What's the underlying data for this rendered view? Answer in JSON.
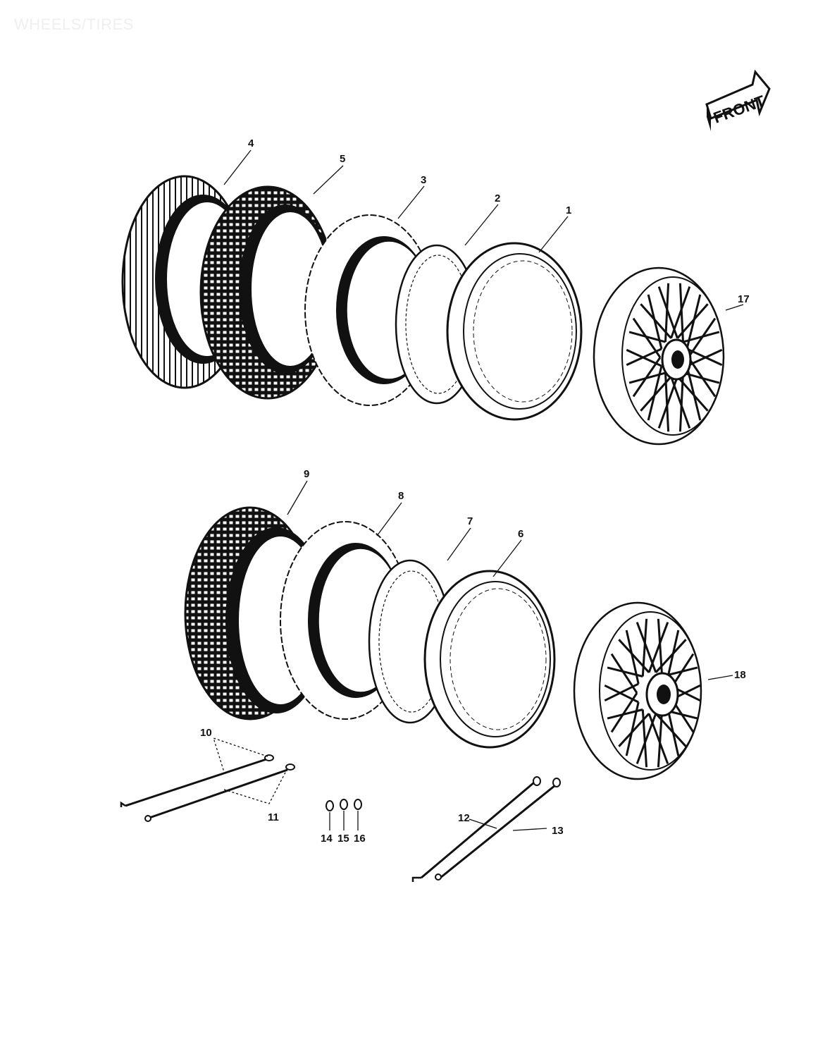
{
  "page": {
    "title": "WHEELS/TIRES"
  },
  "badge": {
    "label": "FRONT"
  },
  "callouts": [
    "1",
    "2",
    "3",
    "4",
    "5",
    "6",
    "7",
    "8",
    "9",
    "10",
    "11",
    "12",
    "13",
    "14",
    "15",
    "16",
    "17",
    "18"
  ]
}
